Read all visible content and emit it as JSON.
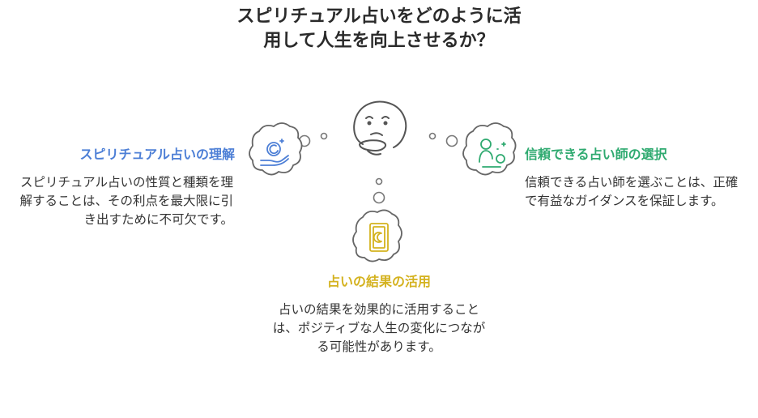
{
  "title": "スピリチュアル占いをどのように活用して人生を向上させるか？",
  "colors": {
    "left": "#4d7fd6",
    "right": "#2faa70",
    "bottom": "#d4b21f",
    "outline": "#555555"
  },
  "nodes": {
    "left": {
      "heading": "スピリチュアル占いの理解",
      "description": "スピリチュアル占いの性質と種類を理解することは、その利点を最大限に引き出すために不可欠です。",
      "icon": "crystal-ball-hand-icon"
    },
    "right": {
      "heading": "信頼できる占い師の選択",
      "description": "信頼できる占い師を選ぶことは、正確で有益なガイダンスを保証します。",
      "icon": "fortune-teller-icon"
    },
    "bottom": {
      "heading": "占いの結果の活用",
      "description": "占いの結果を効果的に活用することは、ポジティブな人生の変化につながる可能性があります。",
      "icon": "tarot-card-icon"
    }
  },
  "center_icon": "thinking-face-icon"
}
